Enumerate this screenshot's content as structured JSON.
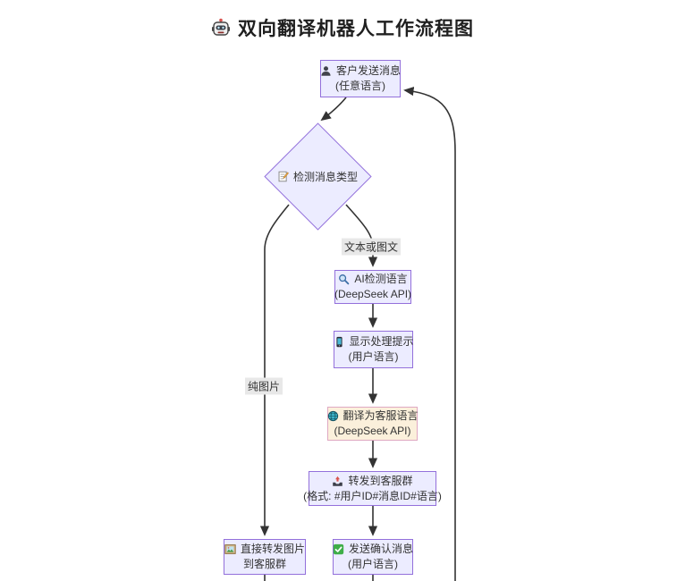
{
  "title": {
    "icon": "robot-icon",
    "text": "双向翻译机器人工作流程图"
  },
  "nodes": {
    "customer": {
      "icon": "user-icon",
      "line1": "客户发送消息",
      "line2": "(任意语言)"
    },
    "detect_type": {
      "icon": "memo-icon",
      "line1": "检测消息类型"
    },
    "ai_detect": {
      "icon": "magnifier-icon",
      "line1": "AI检测语言",
      "line2": "(DeepSeek API)"
    },
    "show_hint": {
      "icon": "phone-icon",
      "line1": "显示处理提示",
      "line2": "(用户语言)"
    },
    "translate": {
      "icon": "globe-icon",
      "line1": "翻译为客服语言",
      "line2": "(DeepSeek API)"
    },
    "forward": {
      "icon": "outbox-icon",
      "line1": "转发到客服群",
      "line2": "(格式: #用户ID#消息ID#语言)"
    },
    "forward_image": {
      "icon": "picture-icon",
      "line1": "直接转发图片",
      "line2": "到客服群"
    },
    "confirm": {
      "icon": "check-icon",
      "line1": "发送确认消息",
      "line2": "(用户语言)"
    }
  },
  "edge_labels": {
    "text_or_image": "文本或图文",
    "pure_image": "纯图片"
  },
  "colors": {
    "node_fill": "#ECECFF",
    "node_border": "#9370DB",
    "highlight_fill": "#FBF0DB",
    "highlight_border": "#DFA8C2",
    "edge": "#333333",
    "edge_label_bg": "#E8E8E8",
    "title_text": "#1F1F1F"
  }
}
